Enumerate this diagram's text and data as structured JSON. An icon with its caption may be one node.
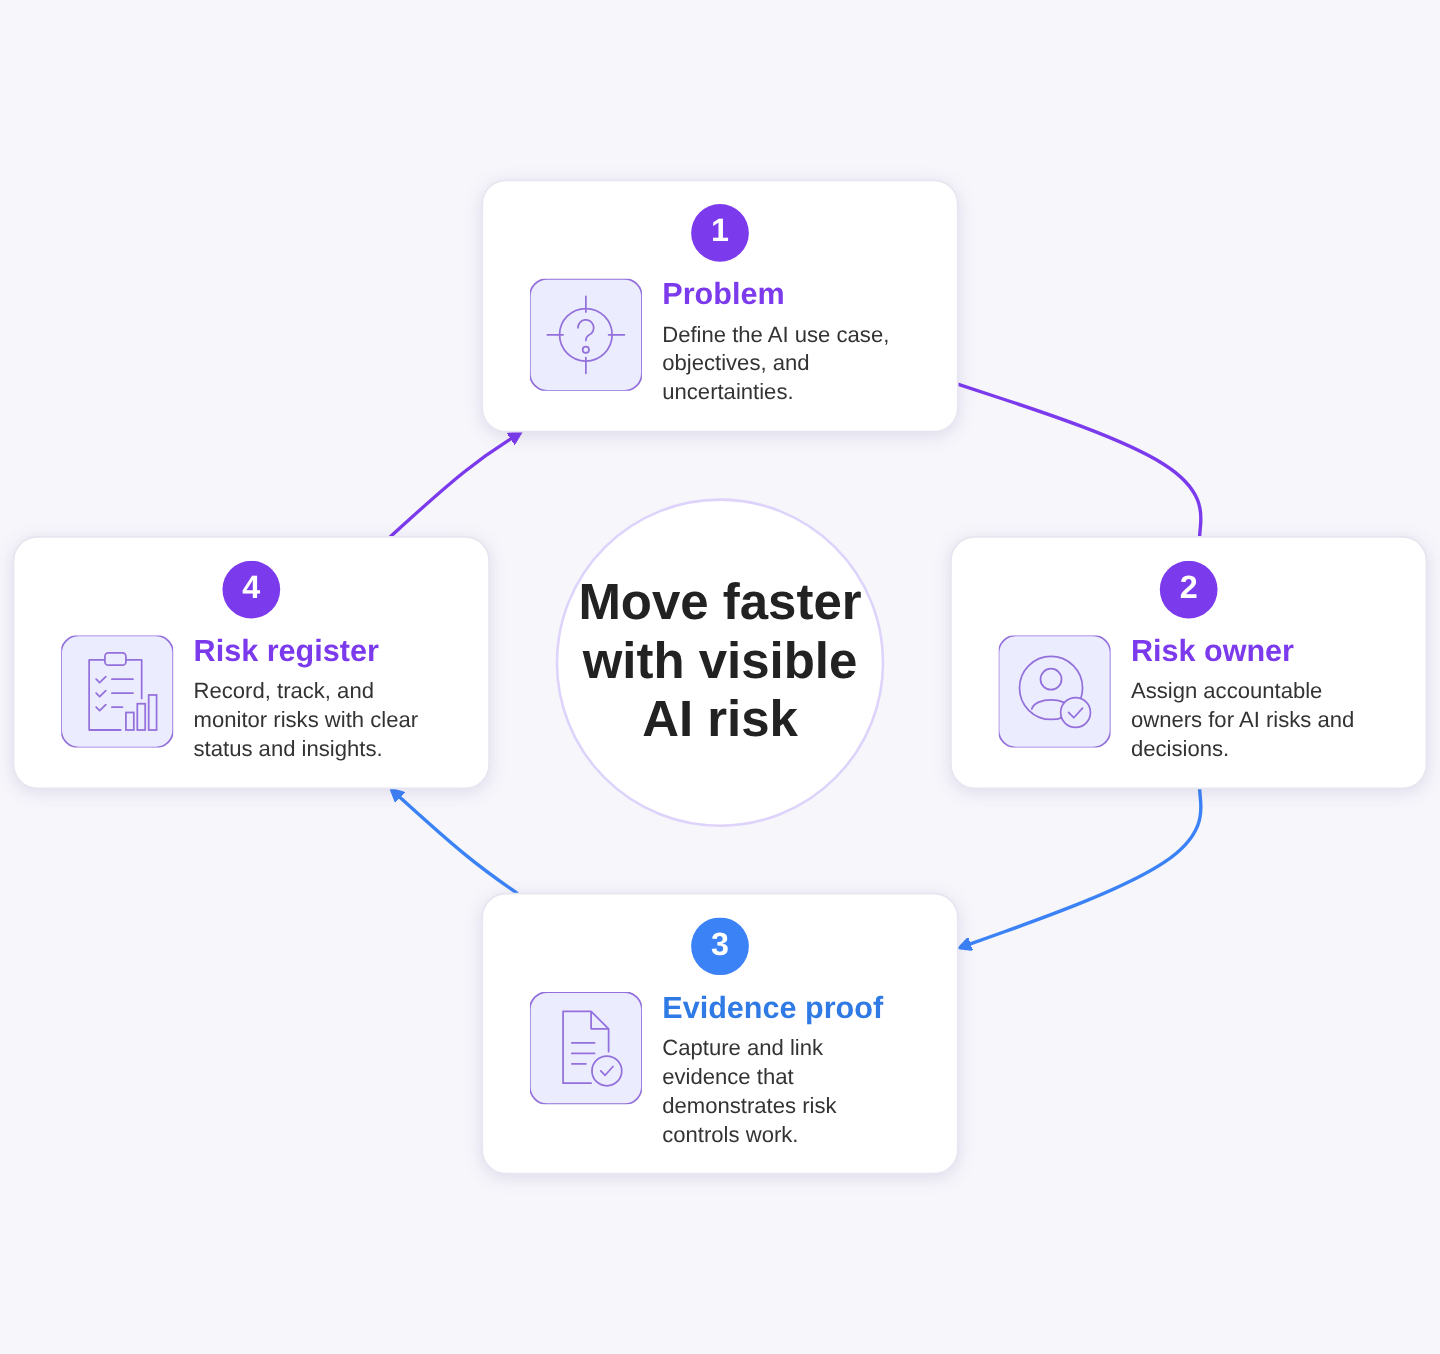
{
  "diagram": {
    "nodes": [
      {
        "text": [
          "1",
          "Problem",
          "Define the AI use case, objectives, and uncertainties."
        ]
      },
      {
        "text": [
          "2",
          "Risk owner",
          "Assign accountable owners for AI risks and decisions."
        ]
      },
      {
        "text": [
          "3",
          "Evidence proof",
          "Capture and link evidence that demonstrates risk controls work."
        ]
      },
      {
        "text": [
          "4",
          "Risk register",
          "Record, track, and monitor risks with clear status and insights."
        ]
      },
      {
        "text": [
          "Move faster with visible AI risk"
        ]
      }
    ],
    "edges": [
      {
        "from": 0,
        "to": 1,
        "arrow": "none",
        "color": "#7c3aed"
      },
      {
        "from": 1,
        "to": 2,
        "arrow": "to",
        "color": "#3b82f6"
      },
      {
        "from": 2,
        "to": 3,
        "arrow": "to",
        "color": "#3b82f6"
      },
      {
        "from": 3,
        "to": 0,
        "arrow": "to",
        "color": "#7c3aed"
      }
    ]
  }
}
